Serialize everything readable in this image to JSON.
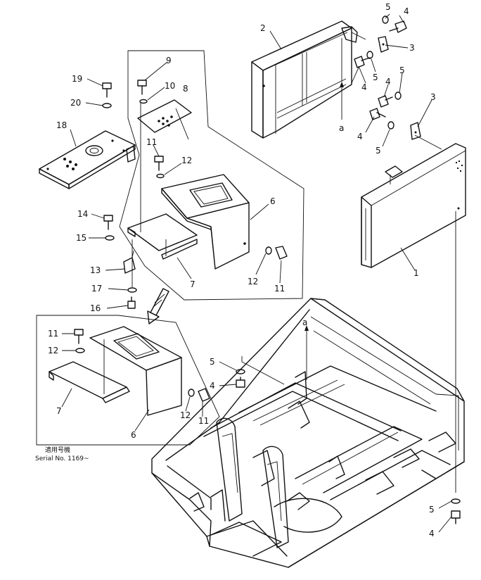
{
  "callouts": {
    "c1": "1",
    "c2": "2",
    "c3a": "3",
    "c3b": "3",
    "c4a": "4",
    "c4b": "4",
    "c4c": "4",
    "c4d": "4",
    "c4e": "4",
    "c4f": "4",
    "c5a": "5",
    "c5b": "5",
    "c5c": "5",
    "c5d": "5",
    "c5e": "5",
    "c5f": "5",
    "c6a": "6",
    "c6b": "6",
    "c7a": "7",
    "c7b": "7",
    "c8": "8",
    "c9": "9",
    "c10": "10",
    "c11a": "11",
    "c11b": "11",
    "c11c": "11",
    "c11d": "11",
    "c12a": "12",
    "c12b": "12",
    "c12c": "12",
    "c12d": "12",
    "c13": "13",
    "c14": "14",
    "c15": "15",
    "c16": "16",
    "c17": "17",
    "c18": "18",
    "c19": "19",
    "c20": "20",
    "ca1": "a",
    "ca2": "a"
  },
  "serial_note": {
    "japanese": "適用号機",
    "text": "Serial No. 1169~"
  }
}
